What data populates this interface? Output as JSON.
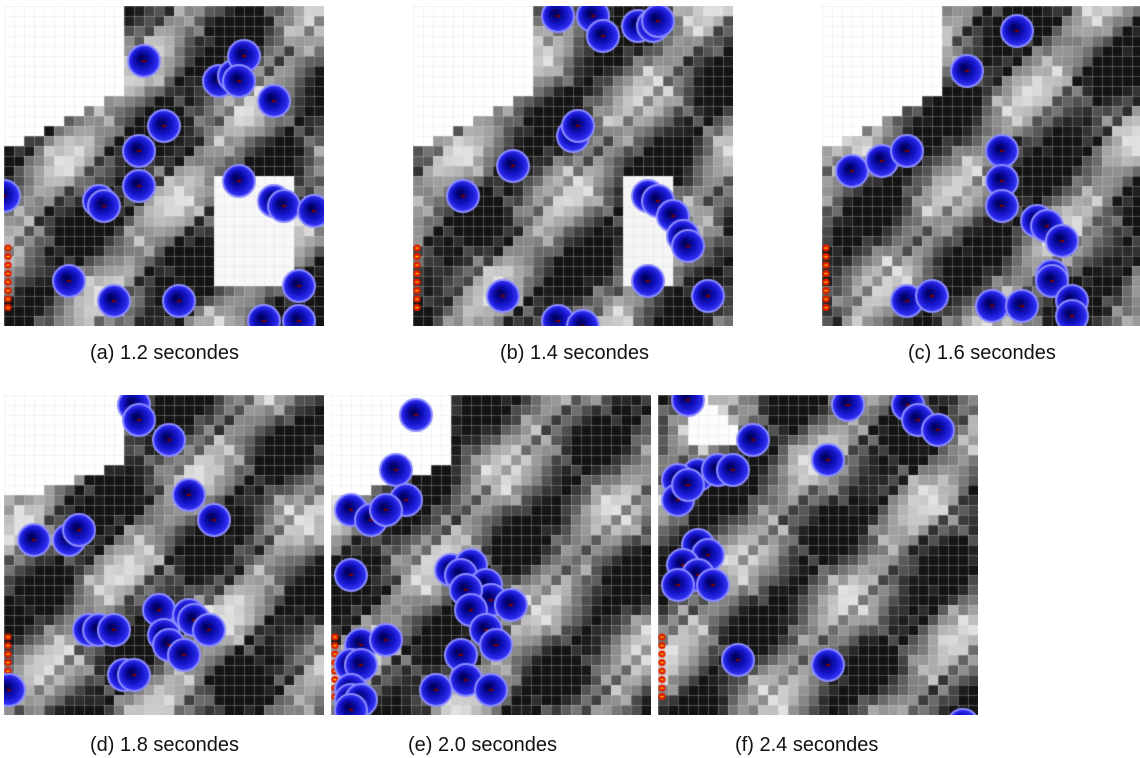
{
  "figure": {
    "panels": [
      {
        "id": "a",
        "label": "(a)",
        "time": "1.2 secondes"
      },
      {
        "id": "b",
        "label": "(b)",
        "time": "1.4 secondes"
      },
      {
        "id": "c",
        "label": "(c)",
        "time": "1.6 secondes"
      },
      {
        "id": "d",
        "label": "(d)",
        "time": "1.8 secondes"
      },
      {
        "id": "e",
        "label": "(e)",
        "time": "2.0 secondes"
      },
      {
        "id": "f",
        "label": "(f)",
        "time": "2.4 secondes"
      }
    ],
    "colors": {
      "agent_fill": "#1414c8",
      "agent_edge": "#8c8cff",
      "agent_dark": "#000064",
      "exit_marker": "#e01e00",
      "grid_line": "#d6d6d6"
    }
  }
}
